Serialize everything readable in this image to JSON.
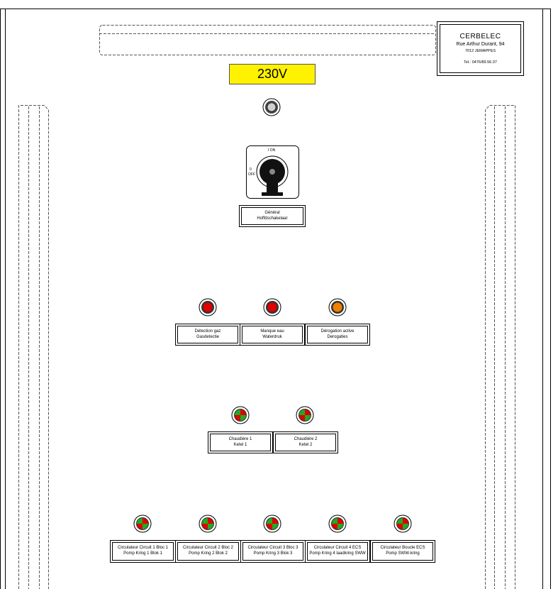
{
  "voltage_label": "230V",
  "company": {
    "name": "CERBELEC",
    "address": "Rue Arthur Durant, 94",
    "city": "7012 JEMAPPES",
    "phone": "Tel.: 0476/89.56.37"
  },
  "main_switch": {
    "on_label": "I ON",
    "off_label_top": "0",
    "off_label_bottom": "OFF",
    "label_line1": "Général",
    "label_line2": "Hoffdschakelaar"
  },
  "indicators_row1": [
    {
      "line1": "Détection gaz",
      "line2": "Gasdetectie",
      "color": "#e00000"
    },
    {
      "line1": "Manque eau",
      "line2": "Waterdruk",
      "color": "#e00000"
    },
    {
      "line1": "Dérogation active",
      "line2": "Derogaties",
      "color": "#f08000"
    }
  ],
  "boilers": [
    {
      "line1": "Chaudière 1",
      "line2": "Ketel 1"
    },
    {
      "line1": "Chaudière 2",
      "line2": "Ketel 2"
    }
  ],
  "circulators": [
    {
      "line1": "Circulateur Circuit 1 Bloc 1",
      "line2": "Pomp Kring 1 Blok 1"
    },
    {
      "line1": "Circulateur Circuit 2 Bloc 2",
      "line2": "Pomp Kring 2 Blok 2"
    },
    {
      "line1": "Circulateur Circuit 3 Bloc 3",
      "line2": "Pomp Kring 3 Blok 3"
    },
    {
      "line1": "Circulateur Circuit 4 ECS",
      "line2": "Pomp Kring 4 laadkring SWW"
    },
    {
      "line1": "Circulateur Boucle ECS",
      "line2": "Pomp SWW-kring"
    }
  ],
  "colors": {
    "voltage_bg": "#fff200",
    "alarm_red": "#e00000",
    "warning_orange": "#f08000",
    "run_green": "#22aa22"
  }
}
